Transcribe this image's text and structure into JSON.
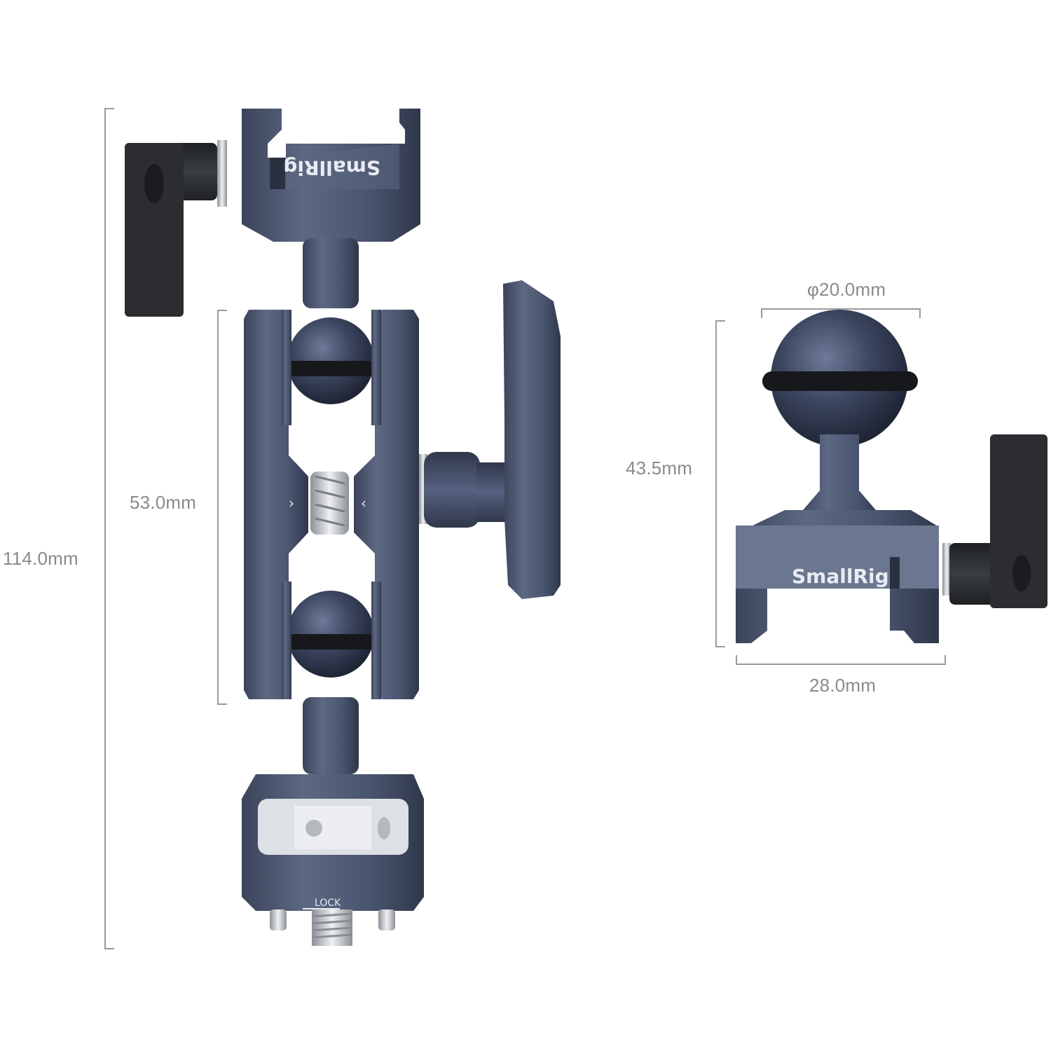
{
  "product": {
    "brand": "SmallRig",
    "colors": {
      "body_blue": "#4a5570",
      "body_blue_light": "#6b7690",
      "body_blue_dark": "#2f3749",
      "knob_black": "#2b2d31",
      "steel": "#c9ccd1",
      "dimension_gray": "#8a8a8a"
    }
  },
  "left_view": {
    "logo_text": "SmallRig",
    "lock_label": "LOCK",
    "dimensions": {
      "overall_height": "114.0mm",
      "arm_length": "53.0mm"
    }
  },
  "right_view": {
    "logo_text": "SmallRig",
    "dimensions": {
      "ball_diameter": "φ20.0mm",
      "height": "43.5mm",
      "width": "28.0mm"
    }
  }
}
